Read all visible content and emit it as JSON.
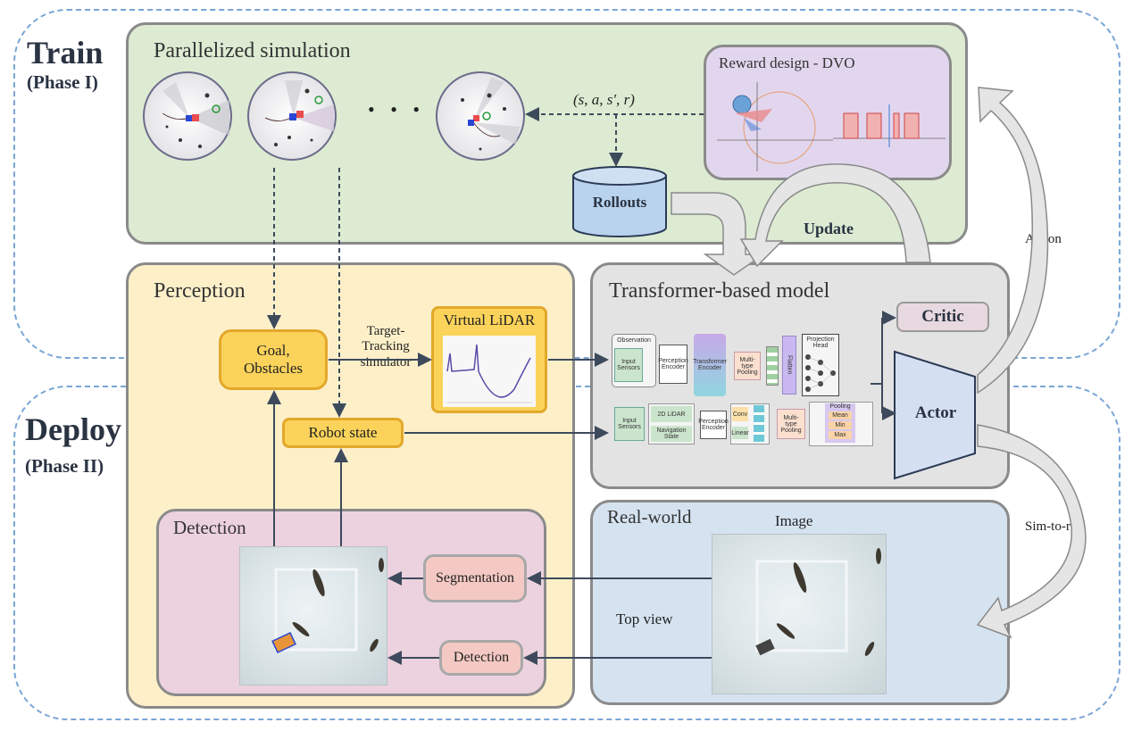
{
  "phases": {
    "train": {
      "title": "Train",
      "subtitle": "(Phase I)"
    },
    "deploy": {
      "title": "Deploy",
      "subtitle": "(Phase II)"
    }
  },
  "simulation": {
    "title": "Parallelized simulation",
    "ellipsis": "• • •",
    "transition_label": "(s, a, s′, r)",
    "rollouts_label": "Rollouts",
    "update_label": "Update"
  },
  "reward": {
    "title": "Reward design - DVO"
  },
  "perception": {
    "title": "Perception",
    "goal_label": "Goal,\nObstacles",
    "simulator_label": "Target-\nTracking\nsimulator",
    "lidar_label": "Virtual LiDAR",
    "robot_state_label": "Robot state"
  },
  "model": {
    "title": "Transformer-based model",
    "critic_label": "Critic",
    "actor_label": "Actor",
    "blocks": {
      "observation": "Observation",
      "input_sensors": "Input Sensors",
      "perception_encoder": "Perception Encoder",
      "transformer_encoder": "Transformer Encoder",
      "multitype_pooling": "Multi-type Pooling",
      "flatten": "Flatten",
      "projection_head": "Projection Head",
      "lidar_2d": "2D LiDAR",
      "navigation_state": "Navigation State",
      "conv": "Conv",
      "linear": "Linear",
      "pooling": "Pooling",
      "mean": "Mean",
      "min": "Min",
      "max": "Max"
    }
  },
  "side_labels": {
    "action": "Action",
    "sim_to_real": "Sim-to-real"
  },
  "detection": {
    "title": "Detection",
    "segmentation_label": "Segmentation",
    "detection_label": "Detection"
  },
  "realworld": {
    "title": "Real-world",
    "image_label": "Image",
    "top_view_label": "Top view"
  },
  "colors": {
    "train_panel": "#dcebd2",
    "reward_panel": "#e2d6ee",
    "perception_panel": "#fdf0c9",
    "model_panel": "#e3e3e3",
    "detection_panel": "#ecd2de",
    "realworld_panel": "#d5e3f1",
    "pill_fill": "#fbd35a",
    "arrow": "#3d4a5c",
    "accent_red": "#e84c4c",
    "accent_blue": "#2a46d6"
  }
}
